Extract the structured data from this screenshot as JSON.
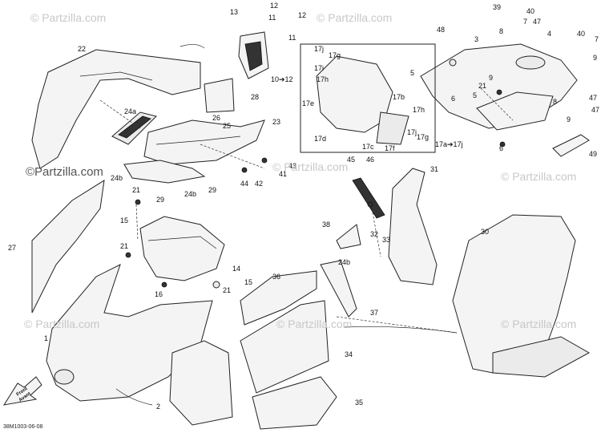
{
  "watermarks": [
    "© Partzilla.com",
    "© Partzilla.com",
    "© Partzilla.com",
    "© Partzilla.com",
    "© Partzilla.com",
    "© Partzilla.com",
    "© Partzilla.com"
  ],
  "watermark_strong": "©Partzilla.com",
  "diagram_code": "38M1003-06-08",
  "front_arrow": {
    "line1": "Front",
    "line2": "Avant"
  },
  "callouts": {
    "c1": "1",
    "c2": "2",
    "c3": "3",
    "c4": "4",
    "c5": "5",
    "c6": "6",
    "c7": "7",
    "c8": "8",
    "c9": "9",
    "c10_12": "10➔12",
    "c11a": "11",
    "c11b": "11",
    "c12a": "12",
    "c12b": "12",
    "c13": "13",
    "c14": "14",
    "c15a": "15",
    "c15b": "15",
    "c16": "16",
    "c17a": "17j",
    "c17b": "17g",
    "c17c": "17h",
    "c17d": "17i",
    "c17e": "17e",
    "c17f": "17d",
    "c17g": "17c",
    "c17h": "17b",
    "c17i": "17h",
    "c17j": "17j",
    "c17k": "17g",
    "c17l": "17f",
    "c17range": "17a➔17j",
    "c21a": "21",
    "c21b": "21",
    "c21c": "21",
    "c21d": "21",
    "c22": "22",
    "c23": "23",
    "c24a": "24a",
    "c24b1": "24b",
    "c24b2": "24b",
    "c24b3": "24b",
    "c25": "25",
    "c26": "26",
    "c27": "27",
    "c28": "28",
    "c29a": "29",
    "c29b": "29",
    "c30": "30",
    "c31": "31",
    "c32": "32",
    "c33": "33",
    "c34": "34",
    "c35": "35",
    "c36": "36",
    "c37": "37",
    "c38": "38",
    "c39": "39",
    "c40a": "40",
    "c40b": "40",
    "c41": "41",
    "c42": "42",
    "c43": "43",
    "c44": "44",
    "c45": "45",
    "c46": "46",
    "c47a": "47",
    "c47b": "47",
    "c47c": "47",
    "c48": "48",
    "c49": "49",
    "c6b": "6",
    "c7b": "7",
    "c8b": "8",
    "c9b": "9",
    "c9c": "9",
    "c5b": "5"
  }
}
